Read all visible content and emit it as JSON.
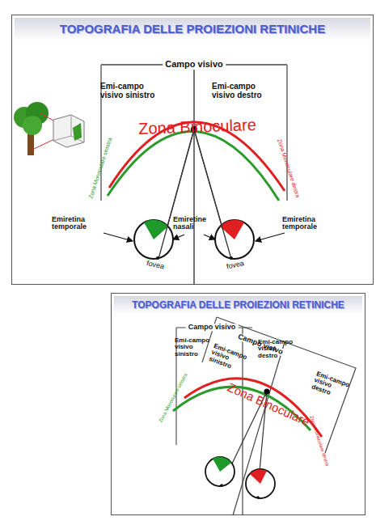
{
  "diagram": {
    "nodes": [
      {
        "text": [
          "TOPOGRAFIA DELLE PROIEZIONI RETINICHE"
        ]
      },
      {
        "text": [
          "TOPOGRAFIA DELLE PROIEZIONI RETINICHE"
        ]
      }
    ],
    "labels": [
      "Campo visivo",
      "Emi-campo visivo sinistro",
      "Emi-campo visivo destro",
      "Zona Binoculare",
      "Zona Monoculare sinistra",
      "Zona Monoculare destra",
      "Emiretina temporale",
      "Emiretine nasali",
      "Emiretina temporale",
      "fovea",
      "fovea",
      "Campo visivo",
      "Campo visivo",
      "Emi-campo visivo sinistro",
      "Emi-campo visivo sinistro",
      "Emi-campo visivo destro",
      "Emi-campo visivo destro",
      "Zona Binoculare",
      "Zona Monoculare sinistra",
      "Zona Monoculare destra"
    ]
  }
}
